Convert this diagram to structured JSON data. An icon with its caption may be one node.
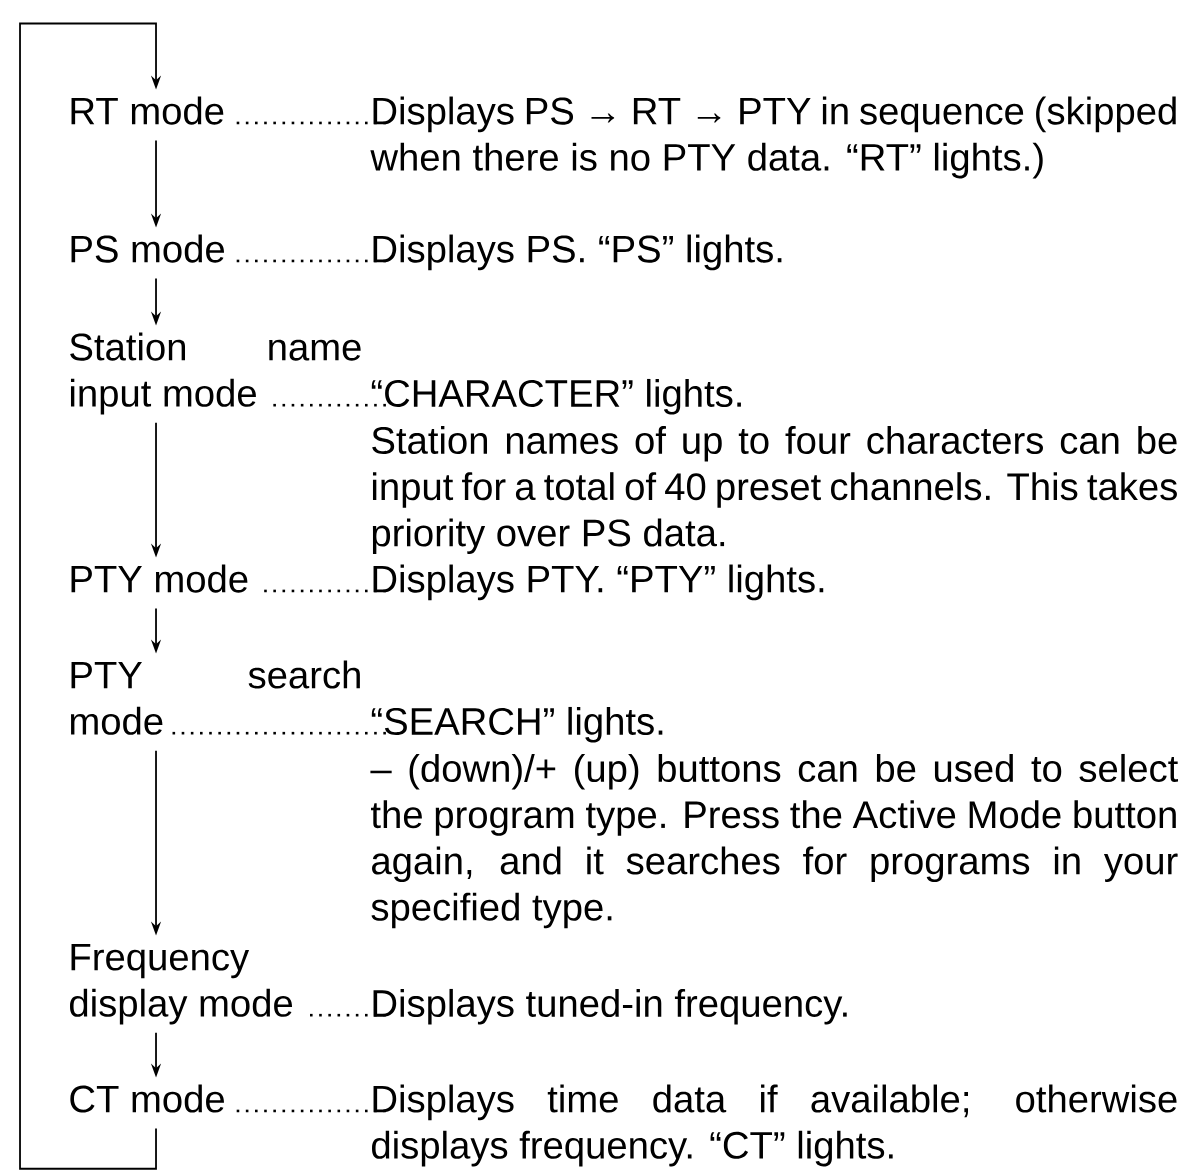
{
  "diagram": {
    "nodes": [
      {
        "text": [
          "RT mode"
        ],
        "beside": [
          "Displays PS → RT → PTY in sequence (skipped when there is no PTY data. “RT” lights.)"
        ]
      },
      {
        "text": [
          "PS mode"
        ],
        "beside": [
          "Displays PS. “PS” lights."
        ]
      },
      {
        "text": [
          "Station name input mode"
        ],
        "beside": [
          "“CHARACTER” lights.",
          "Station names of up to four characters can be input for a total of 40 preset channels. This takes priority over PS data."
        ]
      },
      {
        "text": [
          "PTY mode"
        ],
        "beside": [
          "Displays PTY. “PTY” lights."
        ]
      },
      {
        "text": [
          "PTY search mode"
        ],
        "beside": [
          "“SEARCH” lights.",
          "– (down)/+ (up) buttons can be used to select the program type. Press the Active Mode button again, and it searches for programs in your specified type."
        ]
      },
      {
        "text": [
          "Frequency display mode"
        ],
        "beside": [
          "Displays tuned-in frequency."
        ]
      },
      {
        "text": [
          "CT mode"
        ],
        "beside": [
          "Displays time data if available; otherwise displays frequency. “CT” lights."
        ]
      }
    ],
    "edges": [
      {
        "from": 0,
        "to": 1,
        "arrow": "to"
      },
      {
        "from": 1,
        "to": 2,
        "arrow": "to"
      },
      {
        "from": 2,
        "to": 3,
        "arrow": "to"
      },
      {
        "from": 3,
        "to": 4,
        "arrow": "to"
      },
      {
        "from": 4,
        "to": 5,
        "arrow": "to"
      },
      {
        "from": 5,
        "to": 6,
        "arrow": "to"
      },
      {
        "from": 6,
        "to": 0,
        "arrow": "to"
      }
    ]
  }
}
